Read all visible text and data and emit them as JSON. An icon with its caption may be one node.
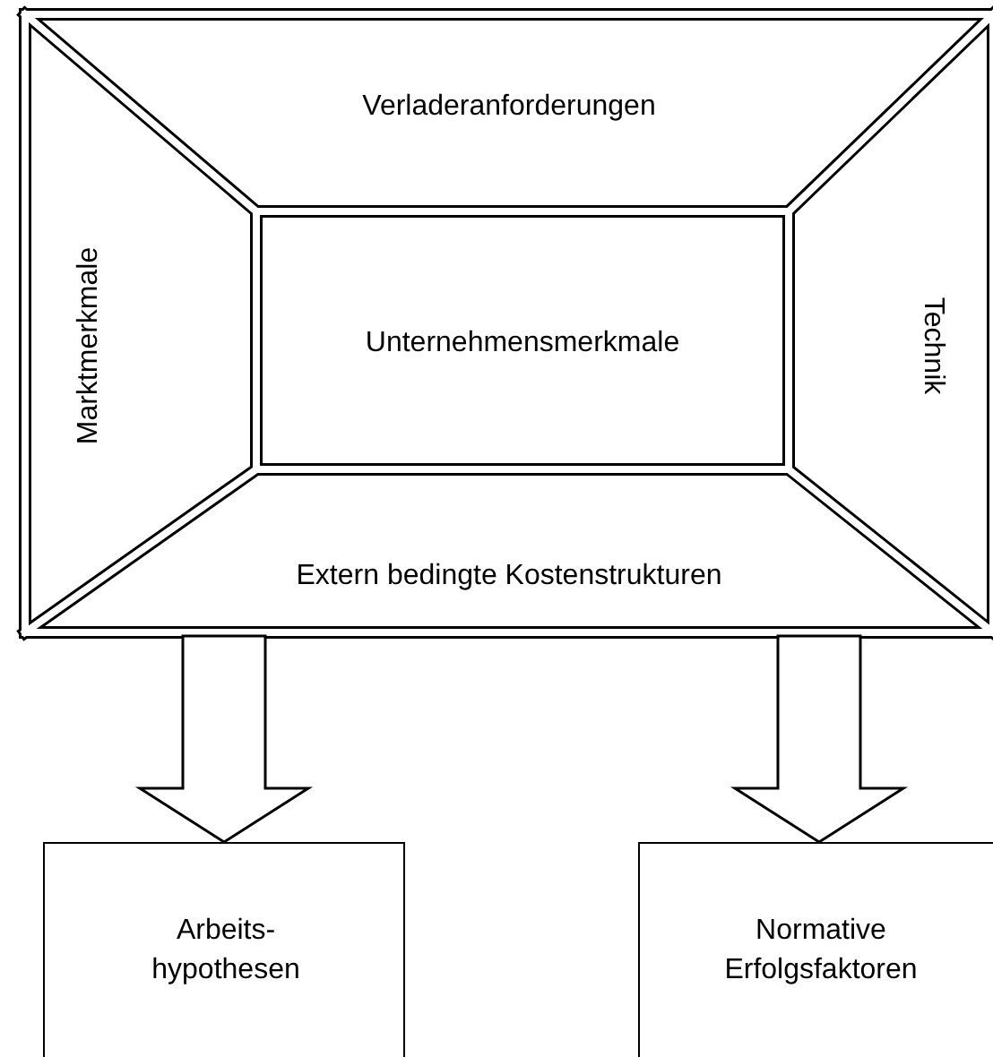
{
  "diagram": {
    "nodes": [
      {
        "text": [],
        "shape": "box"
      },
      {
        "text": [
          "Verladeranforderungen"
        ],
        "in": 0
      },
      {
        "text": [
          "Marktmerkmale"
        ],
        "in": 0
      },
      {
        "text": [
          "Unternehmensmerkmale"
        ],
        "in": 0
      },
      {
        "text": [
          "Technik"
        ],
        "in": 0
      },
      {
        "text": [
          "Extern bedingte Kostenstrukturen"
        ],
        "in": 0
      },
      {
        "text": [
          "Arbeits- hypothesen"
        ]
      },
      {
        "text": [
          "Normative Erfolgsfaktoren"
        ]
      }
    ],
    "edges": [
      {
        "from": 0,
        "to": 6,
        "arrow": "to",
        "style": "thick"
      },
      {
        "from": 0,
        "to": 7,
        "arrow": "to",
        "style": "thick"
      }
    ]
  }
}
